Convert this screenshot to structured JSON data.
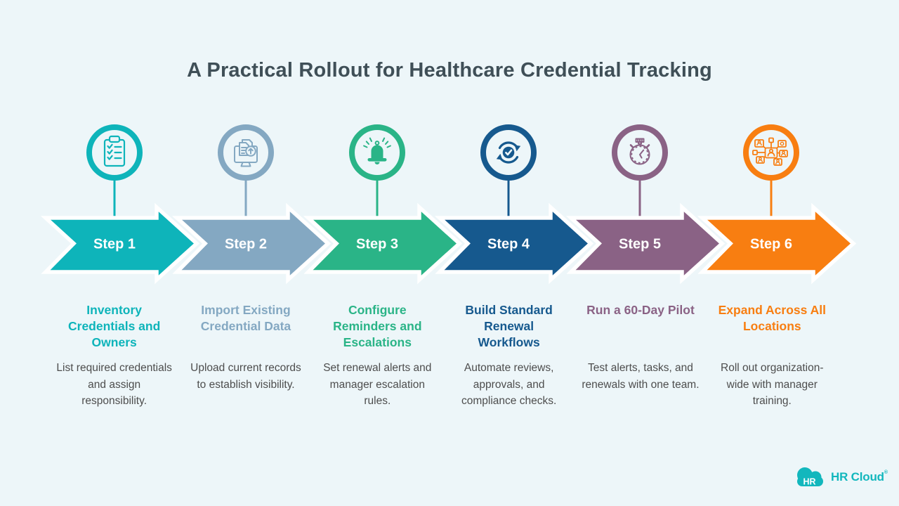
{
  "page": {
    "background": "#edf6f9",
    "title": "A Practical Rollout for Healthcare Credential Tracking",
    "title_color": "#3f4f57"
  },
  "steps": [
    {
      "arrow_label": "Step 1",
      "icon": "clipboard-checklist-icon",
      "color": "#0eb4ba",
      "title": "Inventory Credentials and Owners",
      "description": "List required credentials and assign responsibility."
    },
    {
      "arrow_label": "Step 2",
      "icon": "upload-data-icon",
      "color": "#84a8c2",
      "title": "Import Existing Credential Data",
      "description": "Upload current records to establish visibility."
    },
    {
      "arrow_label": "Step 3",
      "icon": "alert-bell-icon",
      "color": "#2ab487",
      "title": "Configure Reminders and Escalations",
      "description": "Set renewal alerts and manager escalation rules."
    },
    {
      "arrow_label": "Step 4",
      "icon": "renewal-sync-icon",
      "color": "#16598e",
      "title": "Build Standard Renewal Workflows",
      "description": "Automate reviews, approvals, and compliance checks."
    },
    {
      "arrow_label": "Step 5",
      "icon": "stopwatch-icon",
      "color": "#8a6285",
      "title": "Run a 60-Day Pilot",
      "description": "Test alerts, tasks, and renewals with one team."
    },
    {
      "arrow_label": "Step 6",
      "icon": "org-network-icon",
      "color": "#f87e11",
      "title": "Expand Across All Locations",
      "description": "Roll out organization-wide with manager training."
    }
  ],
  "footer": {
    "logo_monogram": "HR",
    "logo_text": "HR Cloud",
    "logo_trademark": "®",
    "logo_color": "#12b7bd"
  }
}
